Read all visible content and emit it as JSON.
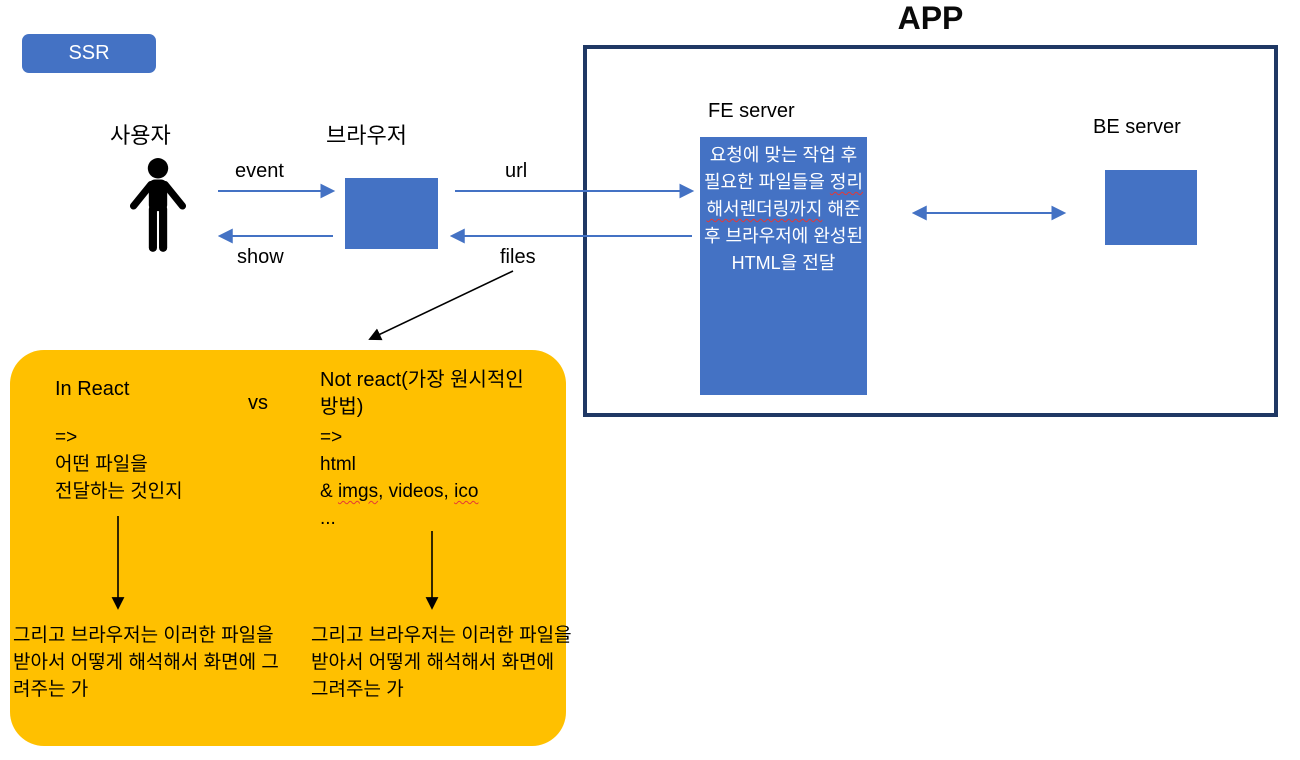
{
  "badge": {
    "label": "SSR"
  },
  "app": {
    "title": "APP",
    "fe_label": "FE server",
    "be_label": "BE server",
    "fe_text": {
      "part1": "요청에 맞는 작업 후 필요한 파일들을 ",
      "part2": "정리해서렌더링까지",
      "part3": " 해준 후 브라우저에 완성된 HTML을 전달"
    }
  },
  "actors": {
    "user_label": "사용자",
    "browser_label": "브라우저"
  },
  "flow_labels": {
    "event": "event",
    "show": "show",
    "url": "url",
    "files": "files"
  },
  "note": {
    "left_title": "In React",
    "vs_label": "vs",
    "right_title": "Not react(가장 원시적인 방법)",
    "left_arrow_symbol": "=>",
    "left_line1": "어떤 파일을",
    "left_line2": "전달하는 것인지",
    "right_arrow_symbol": "=>",
    "right_line1": "html",
    "right_line2_part1": "& ",
    "right_line2_imgs": "imgs",
    "right_line2_part2": ", videos, ",
    "right_line2_ico": "ico",
    "right_line3": "...",
    "left_bottom_text": "그리고 브라우저는 이러한 파일을 받아서 어떻게 해석해서 화면에 그려주는 가",
    "right_bottom_text": "그리고 브라우저는 이러한 파일을 받아서 어떻게 해석해서 화면에 그려주는 가"
  },
  "colors": {
    "box_blue": "#4472C4",
    "app_border": "#1F3864",
    "note_orange": "#FFC000",
    "arrow_blue": "#4472C4",
    "squiggle_red": "#E53935"
  }
}
